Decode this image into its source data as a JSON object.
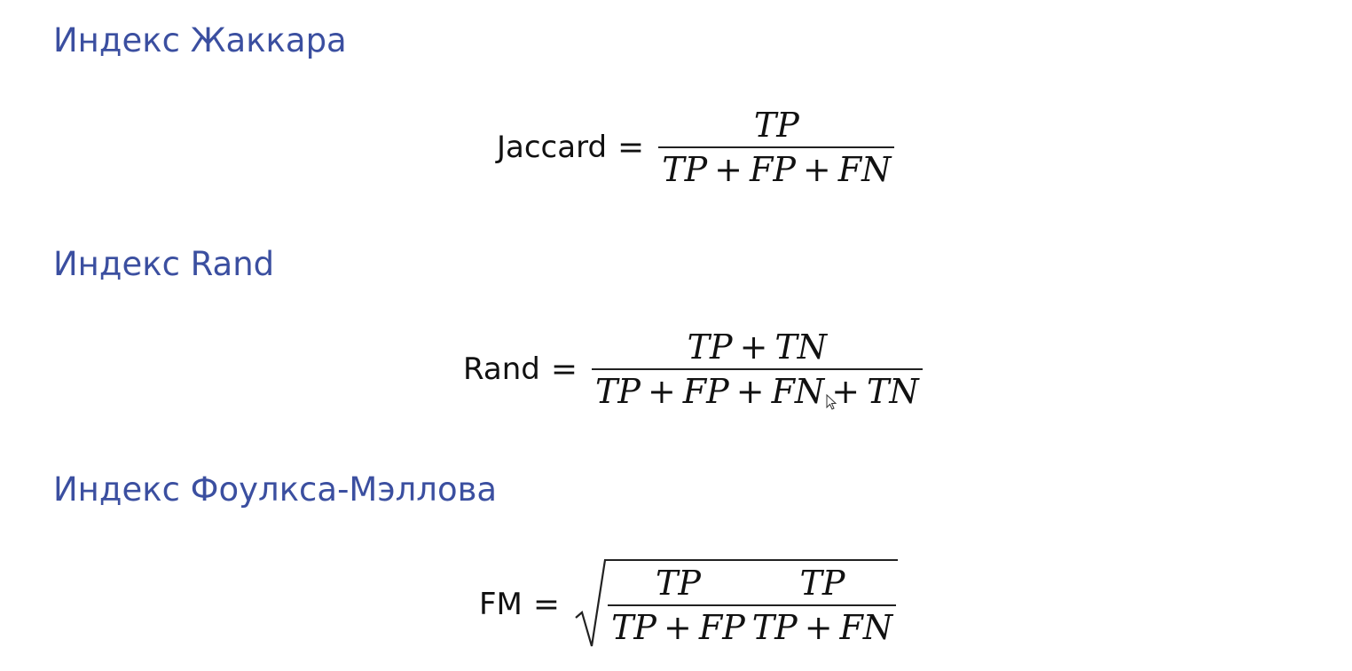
{
  "sections": [
    {
      "heading": "Индекс Жаккара",
      "lhs": "Jaccard",
      "eq": "=",
      "numerator": [
        "TP"
      ],
      "denominator": [
        "TP",
        "+",
        "FP",
        "+",
        "FN"
      ]
    },
    {
      "heading": "Индекс Rand",
      "lhs": "Rand",
      "eq": "=",
      "numerator": [
        "TP",
        "+",
        "TN"
      ],
      "denominator": [
        "TP",
        "+",
        "FP",
        "+",
        "FN",
        "+",
        "TN"
      ]
    },
    {
      "heading": "Индекс Фоулкса-Мэллова",
      "lhs": "FM",
      "eq": "=",
      "fractions": [
        {
          "numerator": [
            "TP"
          ],
          "denominator": [
            "TP",
            "+",
            "FP"
          ]
        },
        {
          "numerator": [
            "TP"
          ],
          "denominator": [
            "TP",
            "+",
            "FN"
          ]
        }
      ]
    }
  ],
  "colors": {
    "heading": "#3b4fa0",
    "text": "#111111",
    "background": "#ffffff"
  },
  "icons": {
    "cursor": "mouse-pointer-icon"
  }
}
